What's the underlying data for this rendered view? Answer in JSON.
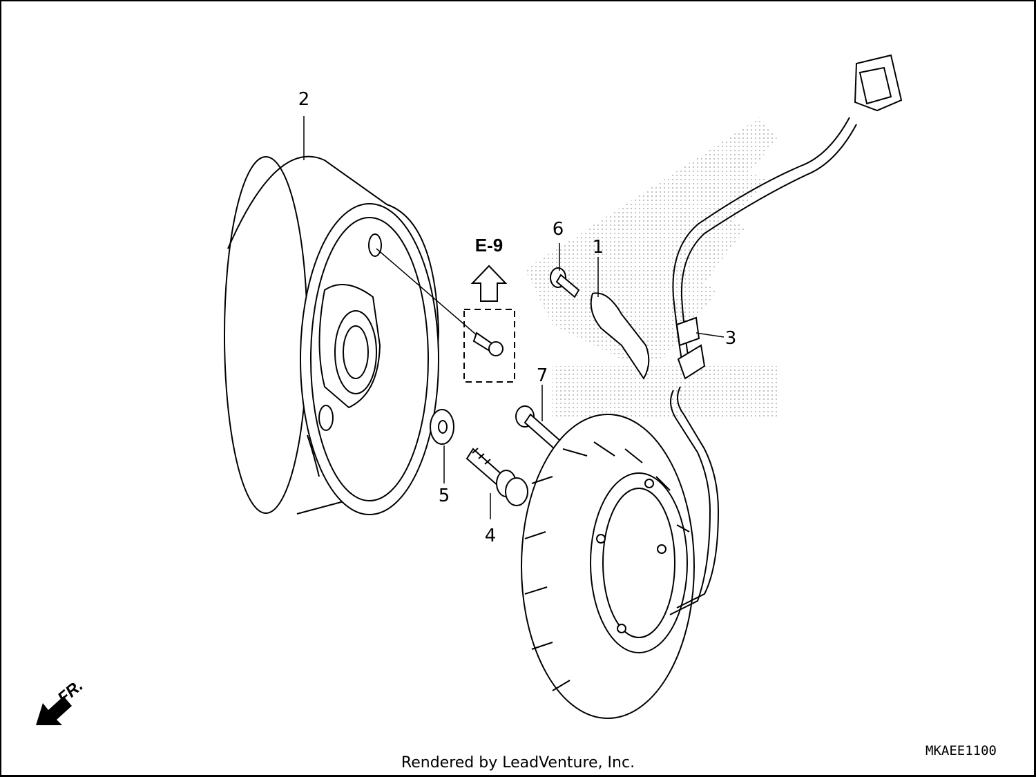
{
  "callouts": {
    "c1": "1",
    "c2": "2",
    "c3": "3",
    "c4": "4",
    "c5": "5",
    "c6": "6",
    "c7": "7"
  },
  "reference": {
    "label": "E-9"
  },
  "direction": {
    "label": "FR."
  },
  "diagram_code": "MKAEE1100",
  "footer": {
    "text": "Rendered by LeadVenture, Inc."
  },
  "colors": {
    "line": "#000000",
    "background": "#ffffff",
    "watermark": "#bdbdbd"
  },
  "icons": {
    "front-direction": "arrow-down-left-icon",
    "reference": "arrow-up-icon"
  }
}
